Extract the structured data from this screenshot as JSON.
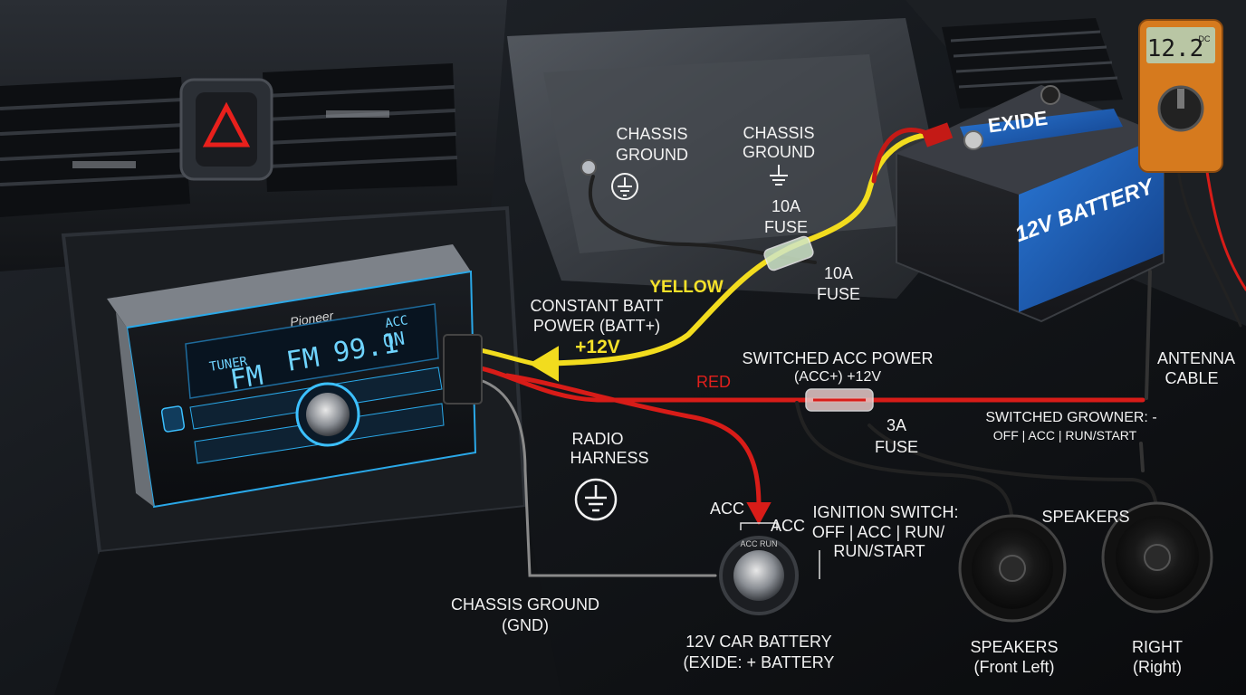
{
  "radio": {
    "brand": "Pioneer",
    "display_tuner": "TUNER",
    "display_band": "FM",
    "display_freq": "99.1",
    "display_acc": "ACC",
    "display_on": "ON"
  },
  "battery": {
    "brand": "EXIDE",
    "label": "12V BATTERY"
  },
  "multimeter": {
    "reading": "12.2",
    "unit": "DC"
  },
  "ignition": {
    "face_text": "ACC RUN"
  },
  "labels": {
    "chassis_ground_1_l1": "CHASSIS",
    "chassis_ground_1_l2": "GROUND",
    "chassis_ground_2_l1": "CHASSIS",
    "chassis_ground_2_l2": "GROUND",
    "fuse_a_l1": "10A",
    "fuse_a_l2": "FUSE",
    "fuse_b_l1": "10A",
    "fuse_b_l2": "FUSE",
    "yellow": "YELLOW",
    "const_l1": "CONSTANT BATT",
    "const_l2": "POWER (BATT+)",
    "plus12": "+12V",
    "switched_l1": "SWITCHED ACC POWER",
    "switched_l2": "(ACC+) +12V",
    "red": "RED",
    "antenna_l1": "ANTENNA",
    "antenna_l2": "CABLE",
    "fuse_c_l1": "3A",
    "fuse_c_l2": "FUSE",
    "switched_grow_l1": "SWITCHED GROWNER: -",
    "switched_grow_l2": "OFF | ACC | RUN/START",
    "harness_l1": "RADIO",
    "harness_l2": "HARNESS",
    "acc_left": "ACC",
    "acc_right": "ACC",
    "ign_l1": "IGNITION SWITCH:",
    "ign_l2": "OFF | ACC | RUN/",
    "ign_l3": "RUN/START",
    "speakers_top": "SPEAKERS",
    "gnd_l1": "CHASSIS GROUND",
    "gnd_l2": "(GND)",
    "car_batt_l1": "12V CAR BATTERY",
    "car_batt_l2": "(EXIDE: + BATTERY",
    "spk_left_l1": "SPEAKERS",
    "spk_left_l2": "(Front Left)",
    "spk_right_l1": "RIGHT",
    "spk_right_l2": "(Right)"
  },
  "colors": {
    "wire_yellow": "#f2dc1e",
    "wire_red": "#d81c18",
    "wire_black": "#2a2a2a",
    "lcd_blue": "#6fd4ff",
    "battery_blue": "#1f5fb8"
  }
}
